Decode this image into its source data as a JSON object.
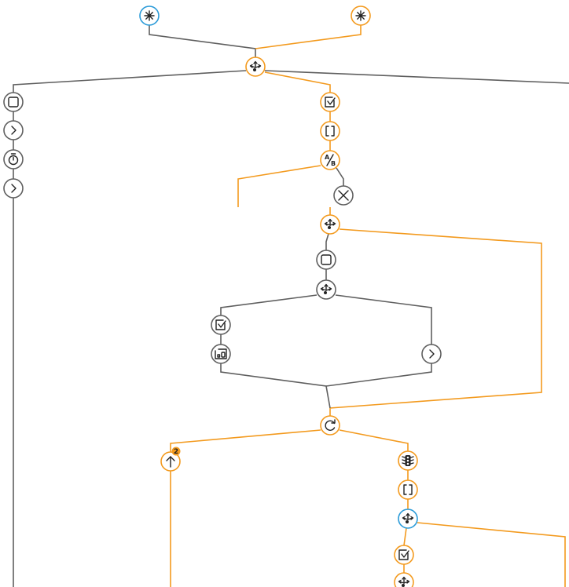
{
  "colors": {
    "active": "#f39a1e",
    "inactive": "#5f5f5f",
    "trigger": "#2b9bd8"
  },
  "nodes": [
    {
      "id": "trigger-left",
      "icon": "asterisk-icon",
      "state": "trigger"
    },
    {
      "id": "trigger-right",
      "icon": "asterisk-icon",
      "state": "active"
    },
    {
      "id": "router-top",
      "icon": "router-icon",
      "state": "active"
    },
    {
      "id": "stop-left",
      "icon": "square-icon",
      "state": "inactive"
    },
    {
      "id": "next-left-1",
      "icon": "chevron-right-icon",
      "state": "inactive"
    },
    {
      "id": "timer-left",
      "icon": "stopwatch-icon",
      "state": "inactive"
    },
    {
      "id": "next-left-2",
      "icon": "chevron-right-icon",
      "state": "inactive"
    },
    {
      "id": "checkbox-1",
      "icon": "checkbox-icon",
      "state": "active"
    },
    {
      "id": "brackets-1",
      "icon": "brackets-icon",
      "state": "active"
    },
    {
      "id": "ab-test",
      "icon": "ab-split-icon",
      "state": "active",
      "label": "A/B"
    },
    {
      "id": "close-node",
      "icon": "close-icon",
      "state": "inactive"
    },
    {
      "id": "router-mid",
      "icon": "router-icon",
      "state": "active"
    },
    {
      "id": "stop-mid",
      "icon": "square-icon",
      "state": "inactive"
    },
    {
      "id": "router-inner",
      "icon": "router-icon",
      "state": "inactive"
    },
    {
      "id": "checkbox-2",
      "icon": "checkbox-icon",
      "state": "inactive"
    },
    {
      "id": "dashboard-node",
      "icon": "dashboard-icon",
      "state": "inactive"
    },
    {
      "id": "next-right",
      "icon": "chevron-right-icon",
      "state": "inactive"
    },
    {
      "id": "loop-node",
      "icon": "refresh-icon",
      "state": "active"
    },
    {
      "id": "up-node",
      "icon": "arrow-up-icon",
      "state": "active",
      "badge": "2"
    },
    {
      "id": "traffic-node",
      "icon": "traffic-light-icon",
      "state": "active"
    },
    {
      "id": "brackets-2",
      "icon": "brackets-icon",
      "state": "active"
    },
    {
      "id": "router-blue",
      "icon": "router-icon",
      "state": "trigger"
    },
    {
      "id": "checkbox-3",
      "icon": "checkbox-icon",
      "state": "active"
    },
    {
      "id": "router-bottom",
      "icon": "router-icon",
      "state": "active"
    }
  ]
}
